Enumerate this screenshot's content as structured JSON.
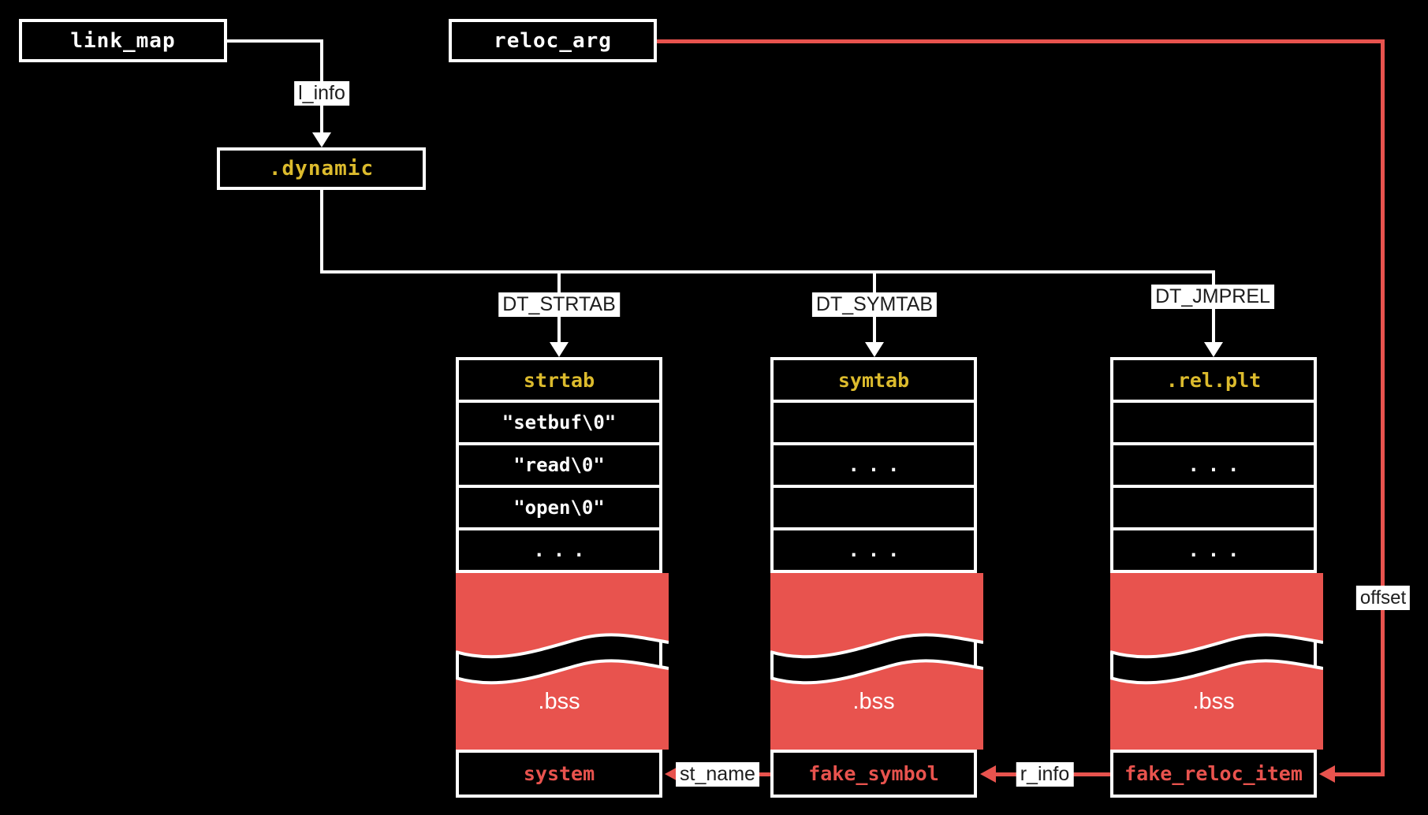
{
  "colors": {
    "background": "#000000",
    "line_white": "#ffffff",
    "accent_yellow": "#dcbb2d",
    "accent_red": "#e8534e",
    "chip_background": "#ffffff",
    "chip_text": "#1d1d1d"
  },
  "nodes": {
    "link_map": {
      "label": "link_map"
    },
    "reloc_arg": {
      "label": "reloc_arg"
    },
    "dynamic": {
      "label": ".dynamic"
    }
  },
  "edge_labels": {
    "l_info": "l_info",
    "dt_strtab": "DT_STRTAB",
    "dt_symtab": "DT_SYMTAB",
    "dt_jmprel": "DT_JMPREL",
    "offset": "offset",
    "st_name": "st_name",
    "r_info": "r_info"
  },
  "tables": [
    {
      "header": "strtab",
      "rows": [
        "\"setbuf\\0\"",
        "\"read\\0\"",
        "\"open\\0\"",
        "..."
      ],
      "bss": ".bss",
      "footer": "system"
    },
    {
      "header": "symtab",
      "rows": [
        "",
        "...",
        "",
        "..."
      ],
      "bss": ".bss",
      "footer": "fake_symbol"
    },
    {
      "header": ".rel.plt",
      "rows": [
        "",
        "...",
        "",
        "..."
      ],
      "bss": ".bss",
      "footer": "fake_reloc_item"
    }
  ]
}
